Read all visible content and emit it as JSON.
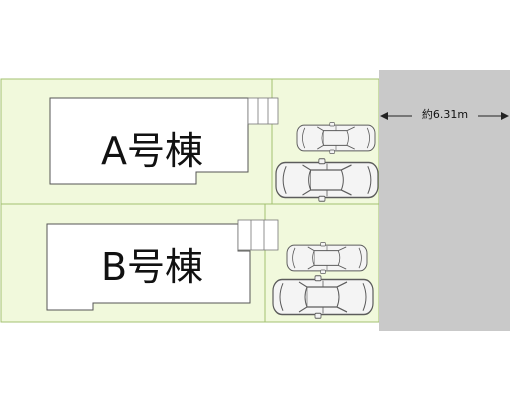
{
  "buildings": [
    {
      "label": "A号棟"
    },
    {
      "label": "B号棟"
    }
  ],
  "road": {
    "width_label": "約6.31m"
  },
  "colors": {
    "lot_fill": "#f1f9dc",
    "lot_border": "#a3c170",
    "road_fill": "#c9c9c9",
    "outline": "#555555",
    "car_body": "#f4f4f4",
    "car_line": "#5c5c5c"
  }
}
